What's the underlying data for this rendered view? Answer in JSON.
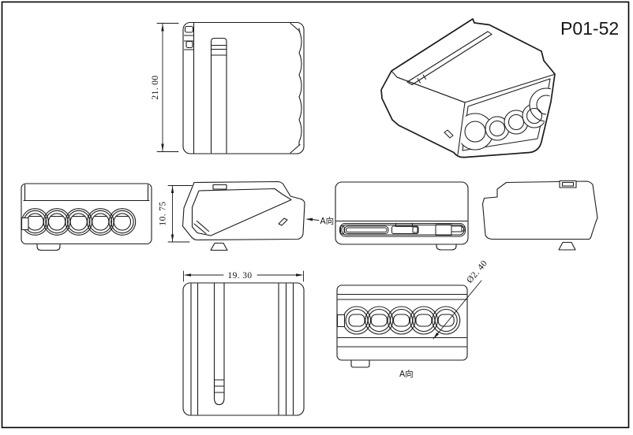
{
  "drawing": {
    "background_color": "#ffffff",
    "line_color": "#1c1c1c",
    "part_number": "P01-52",
    "dimensions": {
      "overall_depth": "21. 00",
      "body_height": "10. 75",
      "body_width": "19. 30",
      "hole_diameter": "Ø2. 40"
    },
    "labels": {
      "direction_side": "A向",
      "direction_front": "A向"
    },
    "hole_count": 5
  }
}
